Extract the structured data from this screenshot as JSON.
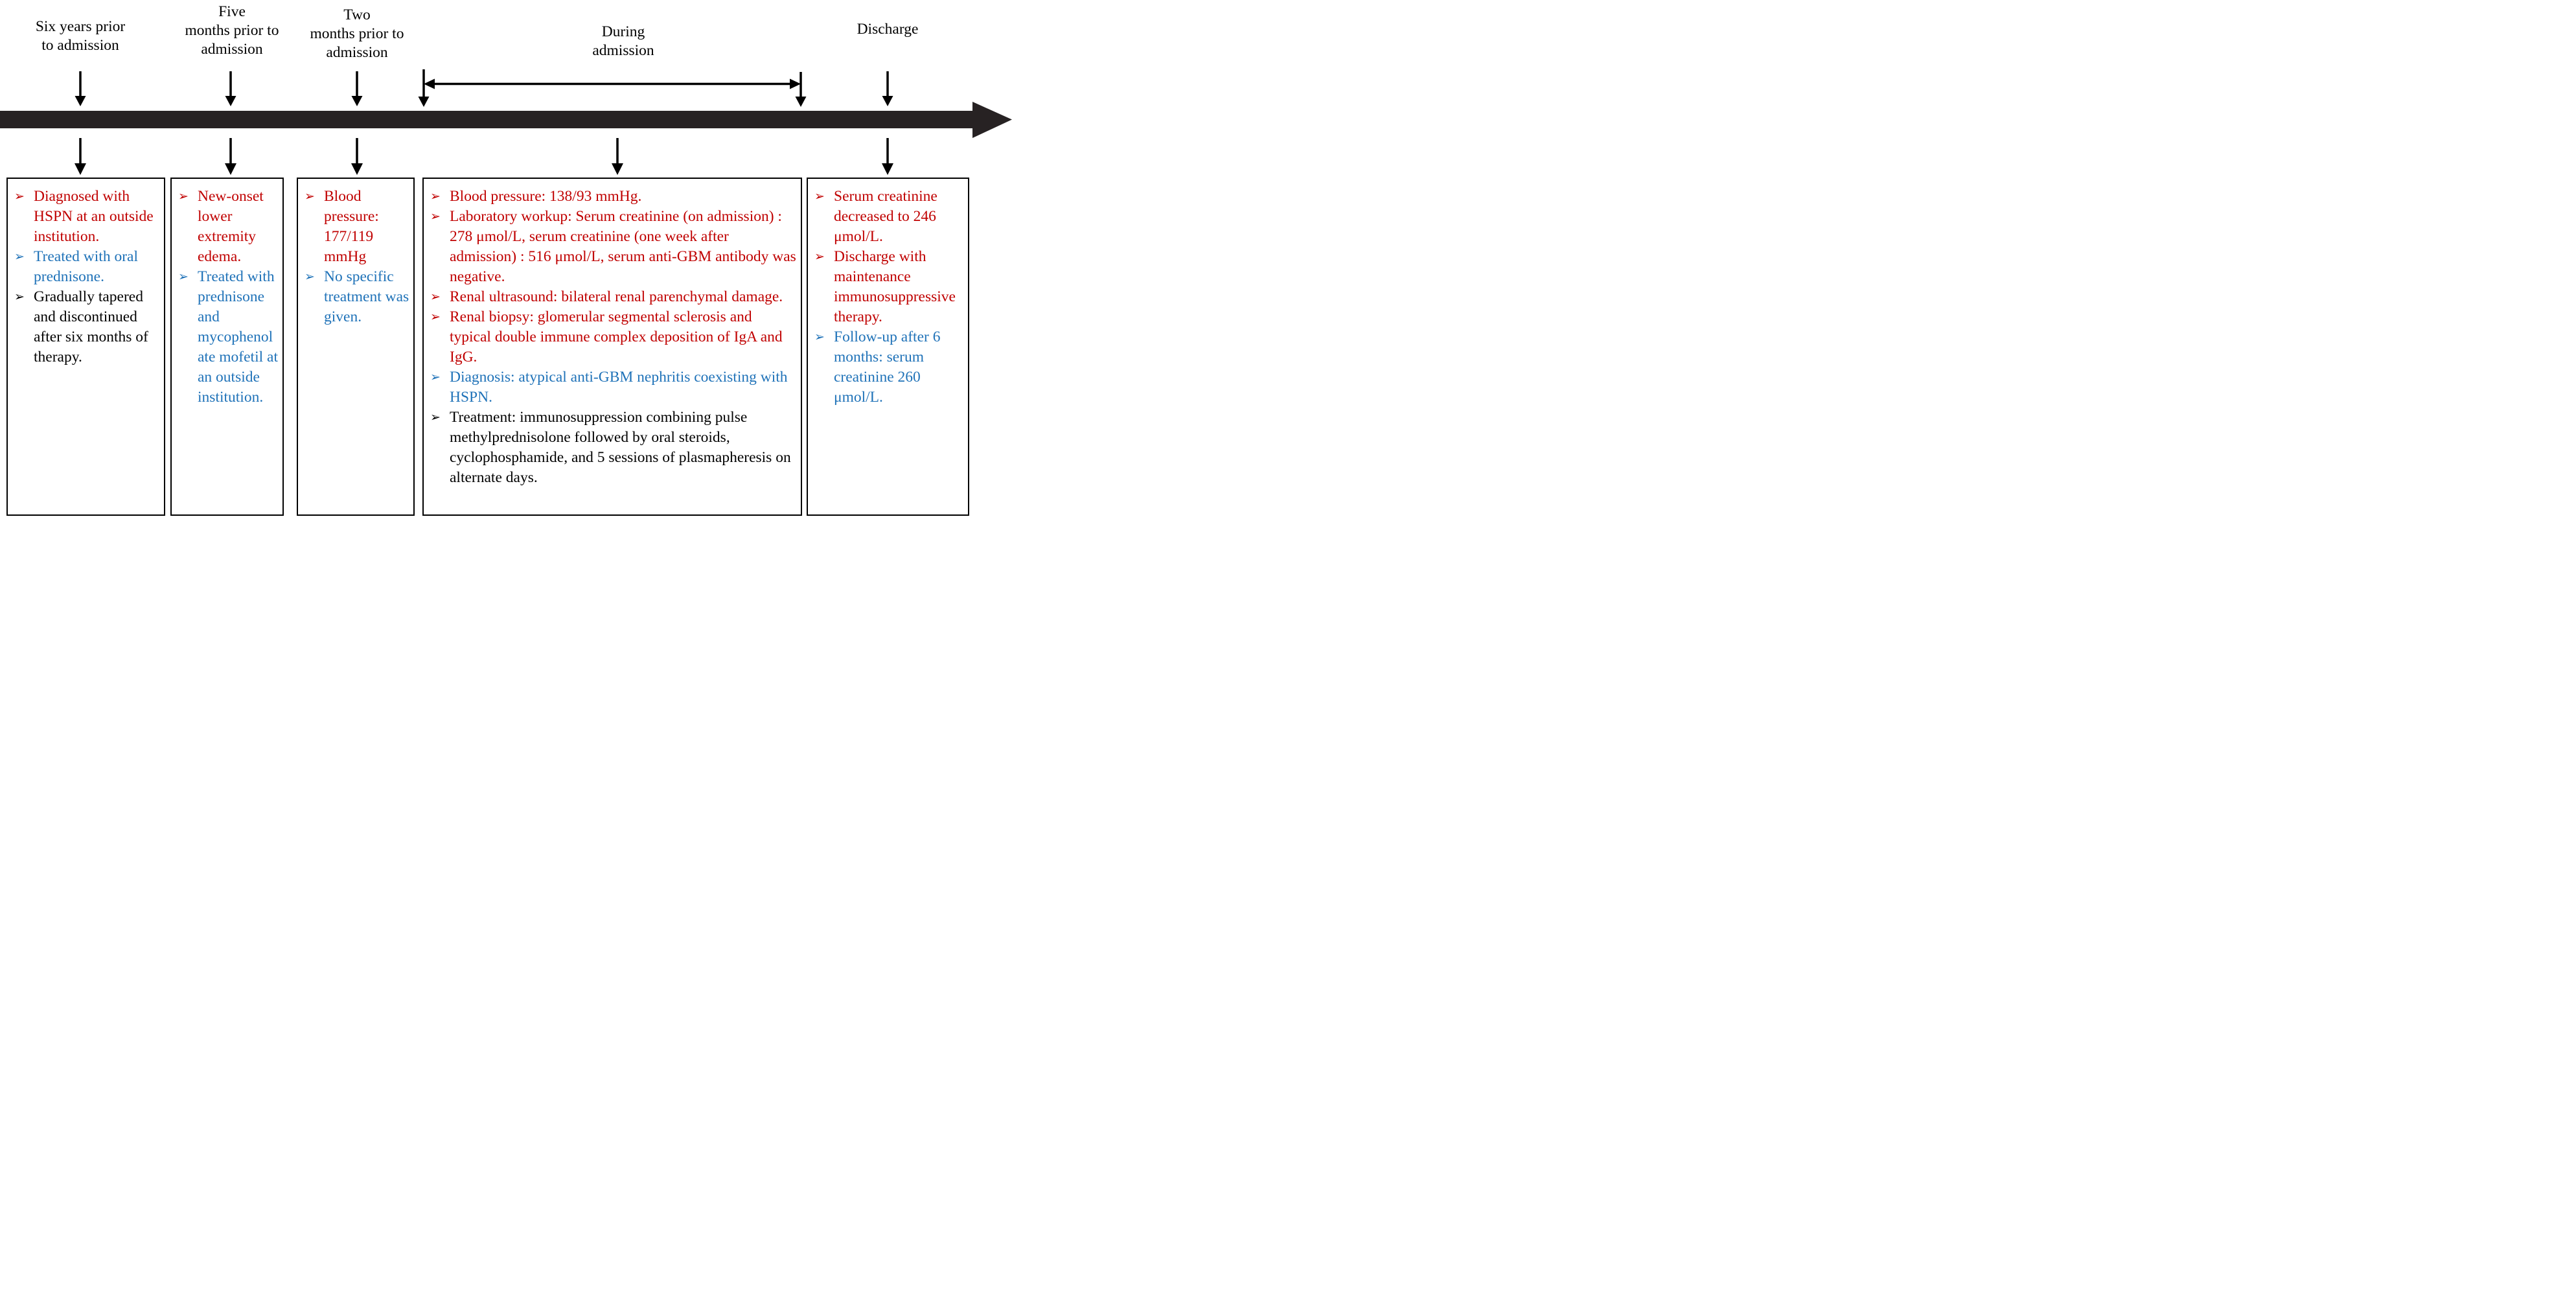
{
  "colors": {
    "red": "#C00000",
    "blue": "#1F72B8",
    "black": "#000000",
    "timeline": "#272223",
    "connector": "#000000"
  },
  "glyphs": {
    "bullet": "➢"
  },
  "timeline": {
    "labels": [
      {
        "id": "six-years",
        "text": "Six years prior\nto admission"
      },
      {
        "id": "five-months",
        "text": "Five\nmonths prior to\nadmission"
      },
      {
        "id": "two-months",
        "text": "Two\nmonths prior to\nadmission"
      },
      {
        "id": "during-admission",
        "text": "During\nadmission"
      },
      {
        "id": "discharge",
        "text": "Discharge"
      }
    ]
  },
  "boxes": [
    {
      "id": "six-years-prior",
      "items": [
        {
          "color": "red",
          "text": "Diagnosed with HSPN at an outside institution."
        },
        {
          "color": "blue",
          "text": "Treated with oral prednisone."
        },
        {
          "color": "black",
          "text": "Gradually tapered and discontinued after six months of therapy."
        }
      ]
    },
    {
      "id": "five-months-prior",
      "items": [
        {
          "color": "red",
          "text": "New-onset lower extremity edema."
        },
        {
          "color": "blue",
          "text": "Treated with prednisone and mycophenolate mofetil at an outside institution."
        }
      ]
    },
    {
      "id": "two-months-prior",
      "items": [
        {
          "color": "red",
          "text": "Blood pressure: 177/119 mmHg"
        },
        {
          "color": "blue",
          "text": "No specific treatment was given."
        }
      ]
    },
    {
      "id": "during-admission",
      "items": [
        {
          "color": "red",
          "text": "Blood pressure: 138/93 mmHg."
        },
        {
          "color": "red",
          "text": "Laboratory workup: Serum creatinine (on admission) : 278 μmol/L, serum creatinine (one week after admission) : 516 μmol/L, serum anti-GBM antibody was negative."
        },
        {
          "color": "red",
          "text": "Renal ultrasound: bilateral renal parenchymal damage."
        },
        {
          "color": "red",
          "text": "Renal biopsy: glomerular segmental sclerosis and typical double immune complex deposition of IgA and IgG."
        },
        {
          "color": "blue",
          "text": "Diagnosis: atypical anti-GBM nephritis coexisting with HSPN."
        },
        {
          "color": "black",
          "text": "Treatment: immunosuppression combining pulse methylprednisolone followed by oral steroids, cyclophosphamide, and 5 sessions of plasmapheresis on alternate days."
        }
      ]
    },
    {
      "id": "discharge",
      "items": [
        {
          "color": "red",
          "text": "Serum creatinine decreased to 246 μmol/L."
        },
        {
          "color": "red",
          "text": "Discharge with maintenance immunosuppressive therapy."
        },
        {
          "color": "blue",
          "text": "Follow-up after 6 months: serum creatinine 260 μmol/L."
        }
      ]
    }
  ]
}
